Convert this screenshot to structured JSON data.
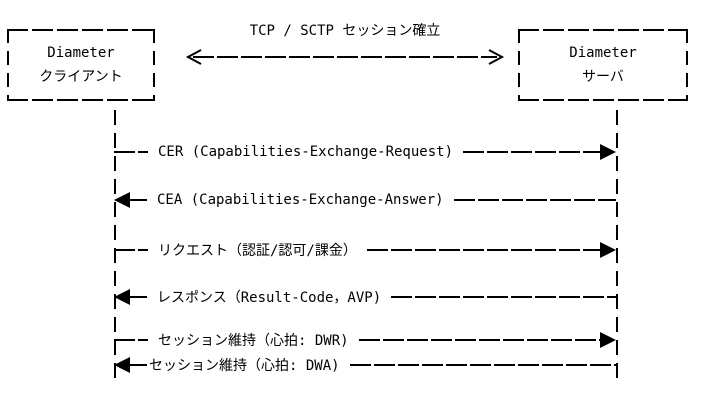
{
  "diagram": {
    "type": "sequence-diagram",
    "colors": {
      "line": "#000000",
      "text": "#000000",
      "background": "#ffffff"
    },
    "client_box": {
      "line1": "Diameter",
      "line2": "クライアント"
    },
    "server_box": {
      "line1": "Diameter",
      "line2": "サーバ"
    },
    "session_arrow": {
      "label": "TCP / SCTP セッション確立",
      "direction": "bidirectional"
    },
    "messages": [
      {
        "label": "CER (Capabilities-Exchange-Request)",
        "from": "client",
        "to": "server",
        "direction": "right"
      },
      {
        "label": "CEA (Capabilities-Exchange-Answer)",
        "from": "server",
        "to": "client",
        "direction": "left"
      },
      {
        "label": "リクエスト（認証/認可/課金）",
        "from": "client",
        "to": "server",
        "direction": "right"
      },
      {
        "label": "レスポンス（Result-Code，AVP)",
        "from": "server",
        "to": "client",
        "direction": "left"
      },
      {
        "label": "セッション維持（心拍: DWR)",
        "from": "client",
        "to": "server",
        "direction": "right"
      },
      {
        "label": "セッション維持（心拍: DWA)",
        "from": "server",
        "to": "client",
        "direction": "left"
      }
    ]
  }
}
